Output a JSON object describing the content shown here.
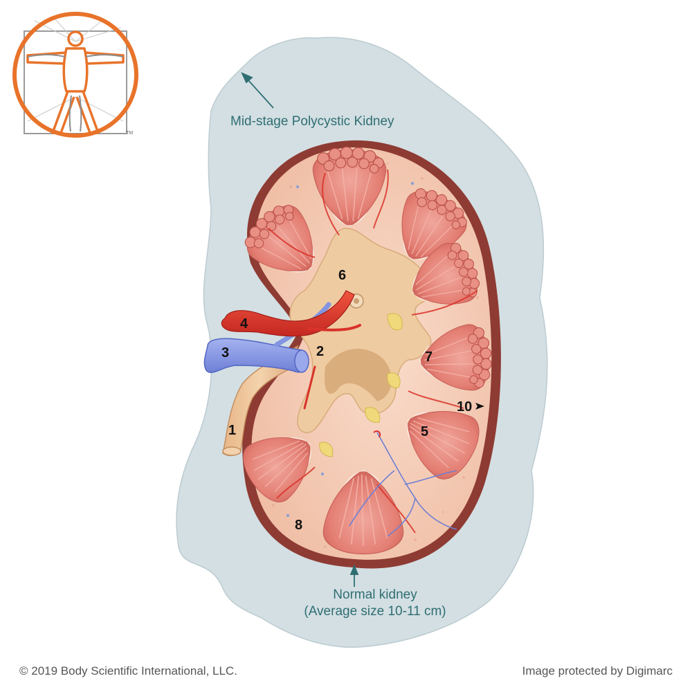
{
  "logo": {
    "icon": "vitruvian-man-logo-icon",
    "trademark": "TM",
    "color": "#e8732a"
  },
  "captions": {
    "polycystic": "Mid-stage Polycystic Kidney",
    "normal_line1": "Normal kidney",
    "normal_line2": "(Average size 10-11 cm)"
  },
  "labels": [
    "1",
    "2",
    "3",
    "4",
    "5",
    "6",
    "7",
    "8",
    "10"
  ],
  "footer": {
    "copyright": "© 2019 Body Scientific International, LLC.",
    "protection": "Image protected by Digimarc"
  },
  "colors": {
    "polycystic_outline": "#d3dfe3",
    "kidney_capsule": "#8e3b33",
    "cortex": "#f6d2bd",
    "pyramid": "#e47f74",
    "pelvis": "#efcba1",
    "artery": "#d8322a",
    "vein": "#7d8fe0",
    "caption": "#2f6e72"
  }
}
